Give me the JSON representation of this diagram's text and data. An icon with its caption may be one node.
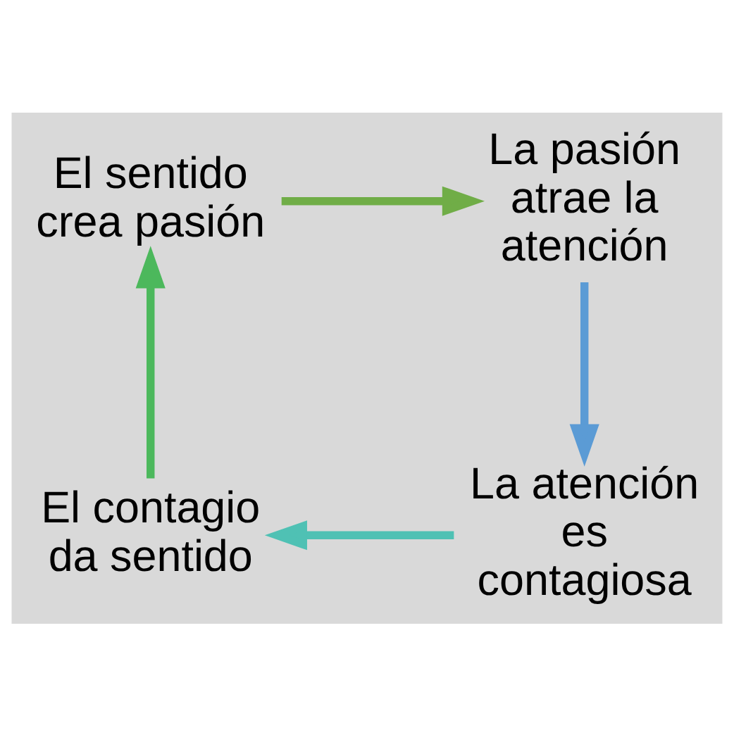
{
  "diagram": {
    "nodes": [
      {
        "text": [
          "El sentido crea pasión"
        ]
      },
      {
        "text": [
          "La pasión atrae la atención"
        ]
      },
      {
        "text": [
          "La atención es contagiosa"
        ]
      },
      {
        "text": [
          "El contagio da sentido"
        ]
      }
    ],
    "edges": [
      {
        "from": 0,
        "to": 1,
        "arrow": "to",
        "color": "#70ad47"
      },
      {
        "from": 1,
        "to": 2,
        "arrow": "to",
        "color": "#5b9bd5"
      },
      {
        "from": 2,
        "to": 3,
        "arrow": "to",
        "color": "#4fc1b4"
      },
      {
        "from": 3,
        "to": 0,
        "arrow": "to",
        "color": "#4cb85c"
      }
    ]
  }
}
